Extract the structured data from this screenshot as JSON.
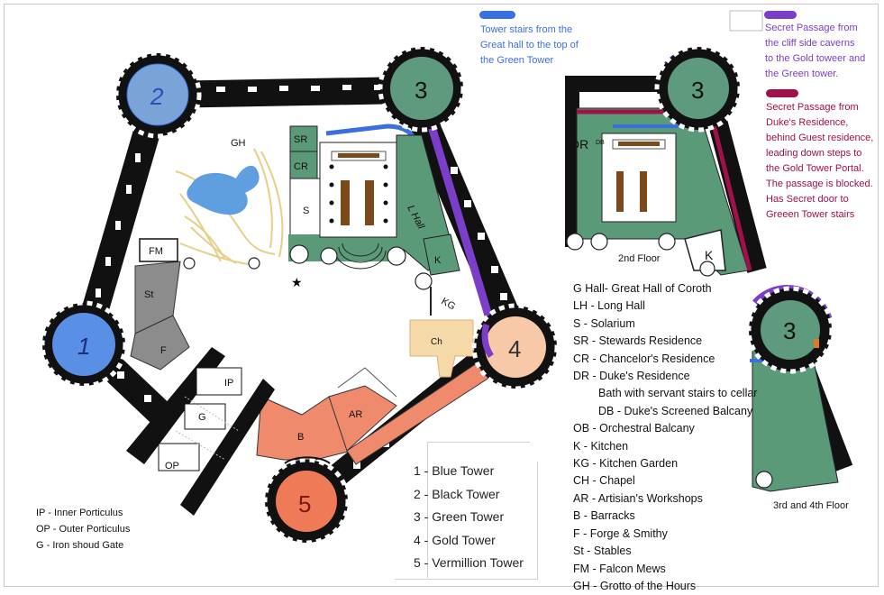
{
  "notes": {
    "blue_stairs": [
      "Tower stairs from the",
      "Great hall to the top of",
      "the Green Tower"
    ],
    "purple_passage": [
      "Secret Passage from",
      "the cliff side caverns",
      "to the Gold toweer and",
      "the Green tower."
    ],
    "red_passage": [
      "Secret Passage from",
      "Duke's Residence,",
      "behind Guest residence,",
      "leading down steps to",
      "the Gold Tower Portal.",
      "The passage is blocked.",
      "Has Secret door to",
      "Greeen Tower stairs"
    ]
  },
  "colors": {
    "blue_stairs": "#3a6fe0",
    "purple_passage": "#7a3ec8",
    "red_passage": "#a0104a",
    "wall": "#111111",
    "green": "#5b9a78",
    "tower_green": "#5e9b7e",
    "tower_blue": "#5a8fe6",
    "tower_black": "#7aa3d8",
    "tower_gold": "#f8c9a8",
    "tower_vermillion": "#ef7a58",
    "barracks": "#f08a6c",
    "chapel": "#f6d9a8",
    "stables": "#8c8c8c",
    "water": "#5f9fdf"
  },
  "captions": {
    "floor2": "2nd Floor",
    "floor34": "3rd and 4th Floor"
  },
  "legend": [
    {
      "text": "G Hall- Great Hall of Coroth",
      "indent": false
    },
    {
      "text": "LH -  Long Hall",
      "indent": false
    },
    {
      "text": "S - Solarium",
      "indent": false
    },
    {
      "text": "SR - Stewards Residence",
      "indent": false
    },
    {
      "text": "CR - Chancelor's Residence",
      "indent": false
    },
    {
      "text": "DR - Duke's Residence",
      "indent": false
    },
    {
      "text": "Bath with servant stairs to cellar",
      "indent": true
    },
    {
      "text": "DB - Duke's Screened Balcany",
      "indent": true
    },
    {
      "text": "OB - Orchestral Balcany",
      "indent": false
    },
    {
      "text": "K - Kitchen",
      "indent": false
    },
    {
      "text": "KG - Kitchen Garden",
      "indent": false
    },
    {
      "text": "CH - Chapel",
      "indent": false
    },
    {
      "text": "AR - Artisian's Workshops",
      "indent": false
    },
    {
      "text": "B - Barracks",
      "indent": false
    },
    {
      "text": "F - Forge & Smithy",
      "indent": false
    },
    {
      "text": "St - Stables",
      "indent": false
    },
    {
      "text": "FM - Falcon Mews",
      "indent": false
    },
    {
      "text": "GH - Grotto of the Hours",
      "indent": false
    }
  ],
  "towers": [
    "1 - Blue Tower",
    "2 - Black Tower",
    "3 - Green Tower",
    "4 - Gold  Tower",
    "5 -  Vermillion Tower"
  ],
  "porticus": [
    "IP - Inner Porticulus",
    "OP - Outer Porticulus",
    "G - Iron shoud Gate"
  ],
  "map_labels": {
    "t1": "1",
    "t2": "2",
    "t3": "3",
    "t4": "4",
    "t5": "5",
    "gh": "GH",
    "sr": "SR",
    "cr": "CR",
    "s": "S",
    "lhall": "L Hall",
    "k": "K",
    "kg": "KG",
    "ch": "Ch",
    "fm": "FM",
    "st": "St",
    "f": "F",
    "ip": "IP",
    "g": "G",
    "op": "OP",
    "ar": "AR",
    "b": "B",
    "dr": "DR",
    "db": "DB",
    "k2": "K",
    "t3b": "3",
    "t3c": "3"
  }
}
